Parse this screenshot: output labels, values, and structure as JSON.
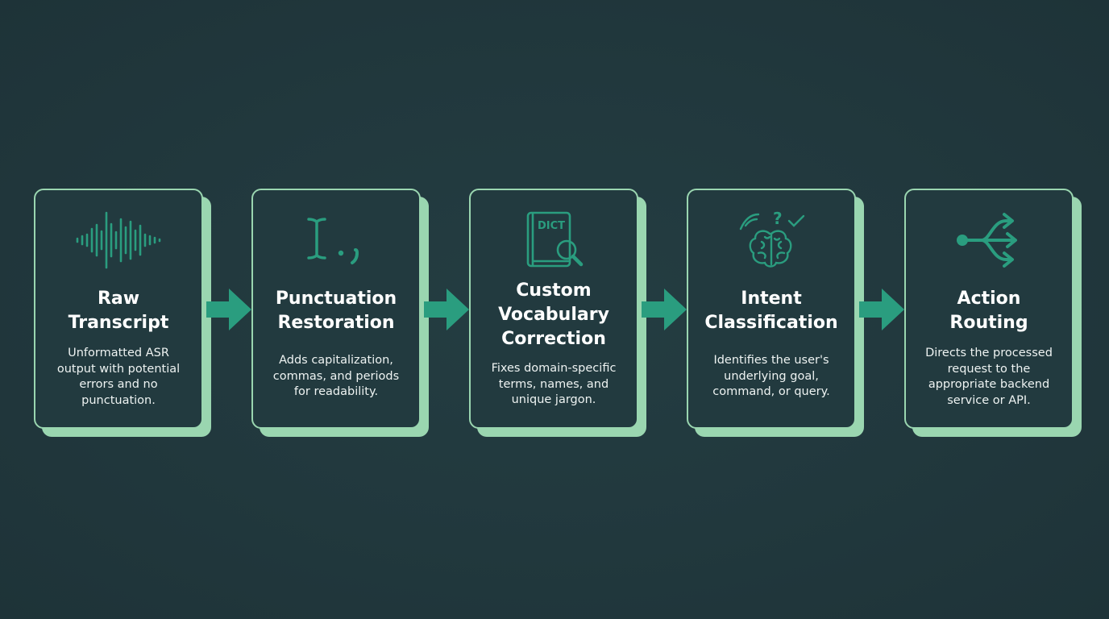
{
  "colors": {
    "background": "#223a3f",
    "card_border": "#9ad6b0",
    "accent": "#2a9d7f"
  },
  "steps": [
    {
      "icon": "waveform-icon",
      "title": "Raw\nTranscript",
      "description": "Unformatted ASR\noutput with potential\nerrors and no\npunctuation."
    },
    {
      "icon": "text-cursor-comma-period-icon",
      "title": "Punctuation\nRestoration",
      "description": "Adds capitalization,\ncommas, and periods\nfor readability."
    },
    {
      "icon": "dictionary-magnifier-icon",
      "icon_label": "DICT",
      "title": "Custom\nVocabulary\nCorrection",
      "description": "Fixes domain-specific\nterms, names, and\nunique jargon."
    },
    {
      "icon": "brain-question-check-icon",
      "icon_label": "?",
      "title": "Intent\nClassification",
      "description": "Identifies the user's\nunderlying goal,\ncommand, or query."
    },
    {
      "icon": "routing-split-arrows-icon",
      "title": "Action\nRouting",
      "description": "Directs the processed\nrequest to the\nappropriate backend\nservice or API."
    }
  ]
}
